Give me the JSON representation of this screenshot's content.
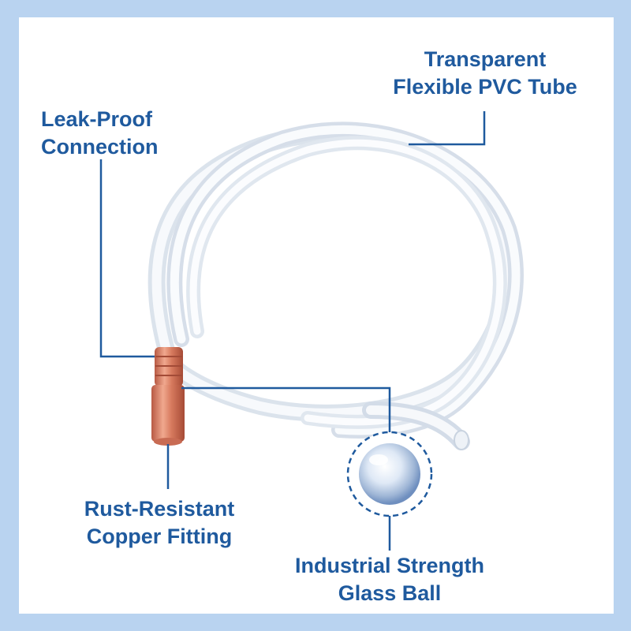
{
  "callouts": {
    "tube": {
      "line1": "Transparent",
      "line2": "Flexible PVC Tube"
    },
    "connection": {
      "line1": "Leak-Proof",
      "line2": "Connection"
    },
    "fitting": {
      "line1": "Rust-Resistant",
      "line2": "Copper Fitting"
    },
    "ball": {
      "line1": "Industrial Strength",
      "line2": "Glass Ball"
    }
  },
  "colors": {
    "background": "#b9d3f0",
    "panel": "#ffffff",
    "label_text": "#1f5a9e",
    "leader_line": "#1f5a9e",
    "copper": "#d9826a"
  }
}
